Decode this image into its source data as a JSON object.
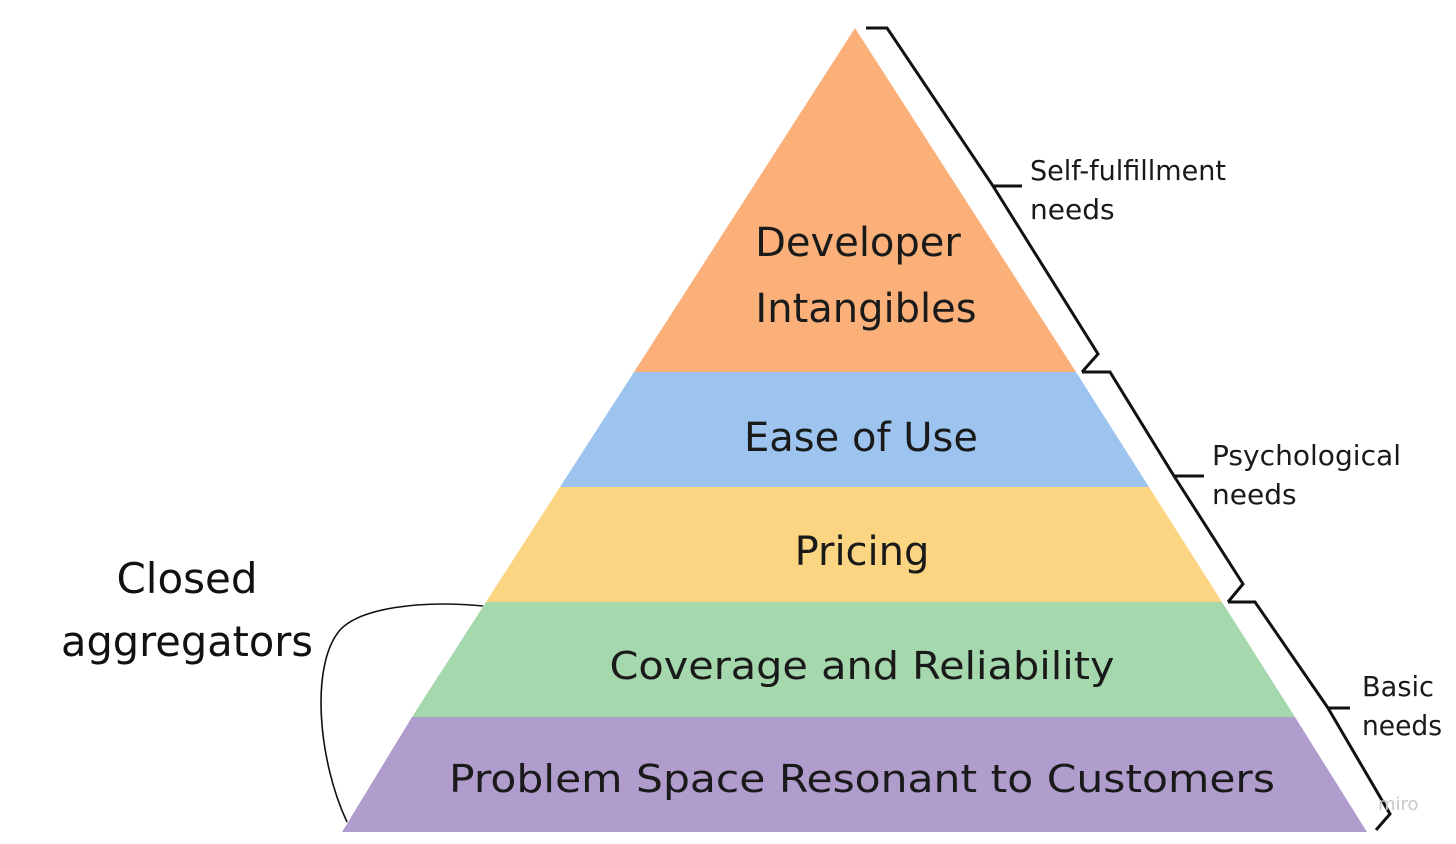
{
  "tiers": [
    {
      "label_lines": [
        "Developer",
        "Intangibles"
      ],
      "color": "#FBB07A"
    },
    {
      "label_lines": [
        "Ease of Use"
      ],
      "color": "#9CC4EE"
    },
    {
      "label_lines": [
        "Pricing"
      ],
      "color": "#FCD582"
    },
    {
      "label_lines": [
        "Coverage and Reliability"
      ],
      "color": "#A6D8AE"
    },
    {
      "label_lines": [
        "Problem Space Resonant to Customers"
      ],
      "color": "#B19CCE"
    }
  ],
  "needs": {
    "self_fulfillment": [
      "Self-fulfillment",
      "needs"
    ],
    "psychological": [
      "Psychological",
      "needs"
    ],
    "basic": [
      "Basic",
      "needs"
    ]
  },
  "closed_aggregators": [
    "Closed",
    "aggregators"
  ],
  "watermark": "miro",
  "colors": {
    "outline": "#111111",
    "text": "#1a1a1a"
  }
}
